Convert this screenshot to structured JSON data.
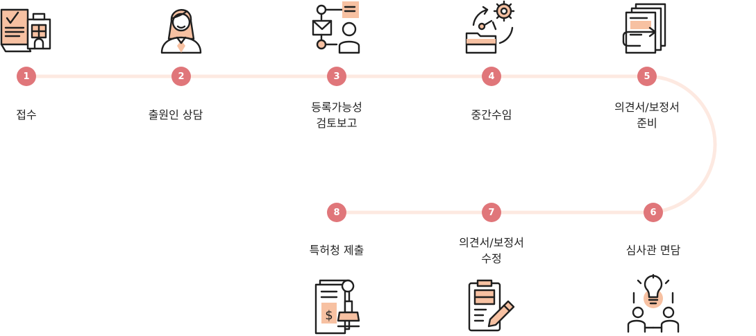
{
  "colors": {
    "accent": "#e0767a",
    "track": "#fde9e1",
    "icon_fill": "#f7c1a2",
    "icon_line": "#1f1f1f",
    "text": "#222222"
  },
  "steps": [
    {
      "number": "1",
      "title": [
        "접수"
      ],
      "icon": "document-building-icon"
    },
    {
      "number": "2",
      "title": [
        "출원인 상담"
      ],
      "icon": "consultant-person-icon"
    },
    {
      "number": "3",
      "title": [
        "등록가능성",
        "검토보고"
      ],
      "icon": "mail-person-network-icon"
    },
    {
      "number": "4",
      "title": [
        "중간수임"
      ],
      "icon": "folder-gear-process-icon"
    },
    {
      "number": "5",
      "title": [
        "의견서/보정서",
        "준비"
      ],
      "icon": "document-stack-arrow-icon"
    },
    {
      "number": "6",
      "title": [
        "심사관 면담"
      ],
      "icon": "idea-meeting-icon"
    },
    {
      "number": "7",
      "title": [
        "의견서/보정서",
        "수정"
      ],
      "icon": "clipboard-pen-icon"
    },
    {
      "number": "8",
      "title": [
        "특허청 제출"
      ],
      "icon": "document-stamp-icon"
    }
  ]
}
